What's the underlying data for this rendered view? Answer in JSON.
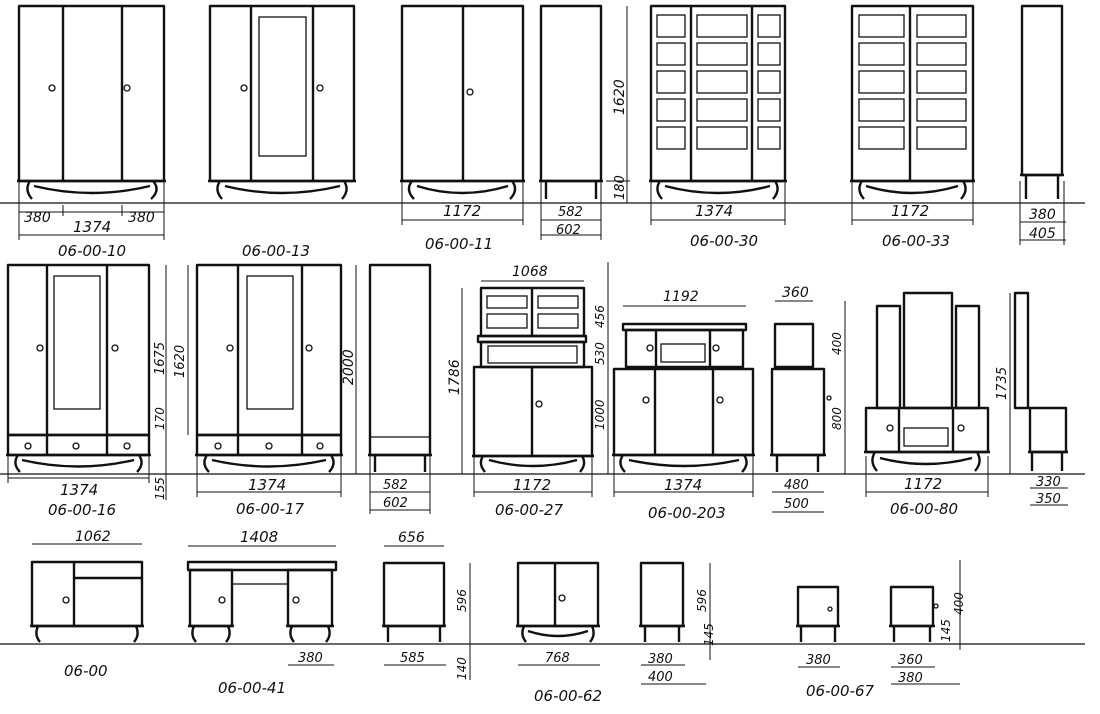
{
  "codes": {
    "c_06_00_10": "06-00-10",
    "c_06_00_13": "06-00-13",
    "c_06_00_11": "06-00-11",
    "c_06_00_30": "06-00-30",
    "c_06_00_33": "06-00-33",
    "c_06_00_16": "06-00-16",
    "c_06_00_17": "06-00-17",
    "c_06_00_27": "06-00-27",
    "c_06_00_203": "06-00-203",
    "c_06_00_80": "06-00-80",
    "c_06_00": "06-00",
    "c_06_00_41": "06-00-41",
    "c_06_00_62": "06-00-62",
    "c_06_00_67": "06-00-67"
  },
  "dims": {
    "d1374": "1374",
    "d380": "380",
    "d1172": "1172",
    "d582": "582",
    "d602": "602",
    "d1620": "1620",
    "d180": "180",
    "d405": "405",
    "d1675": "1675",
    "d170": "170",
    "d155": "155",
    "d2000": "2000",
    "d1068": "1068",
    "d456": "456",
    "d530": "530",
    "d1000": "1000",
    "d1786": "1786",
    "d1192": "1192",
    "d360": "360",
    "d400": "400",
    "d800": "800",
    "d480": "480",
    "d500": "500",
    "d1735": "1735",
    "d330": "330",
    "d350": "350",
    "d1062": "1062",
    "d1408": "1408",
    "d656": "656",
    "d596": "596",
    "d585": "585",
    "d140": "140",
    "d768": "768",
    "d145": "145"
  }
}
